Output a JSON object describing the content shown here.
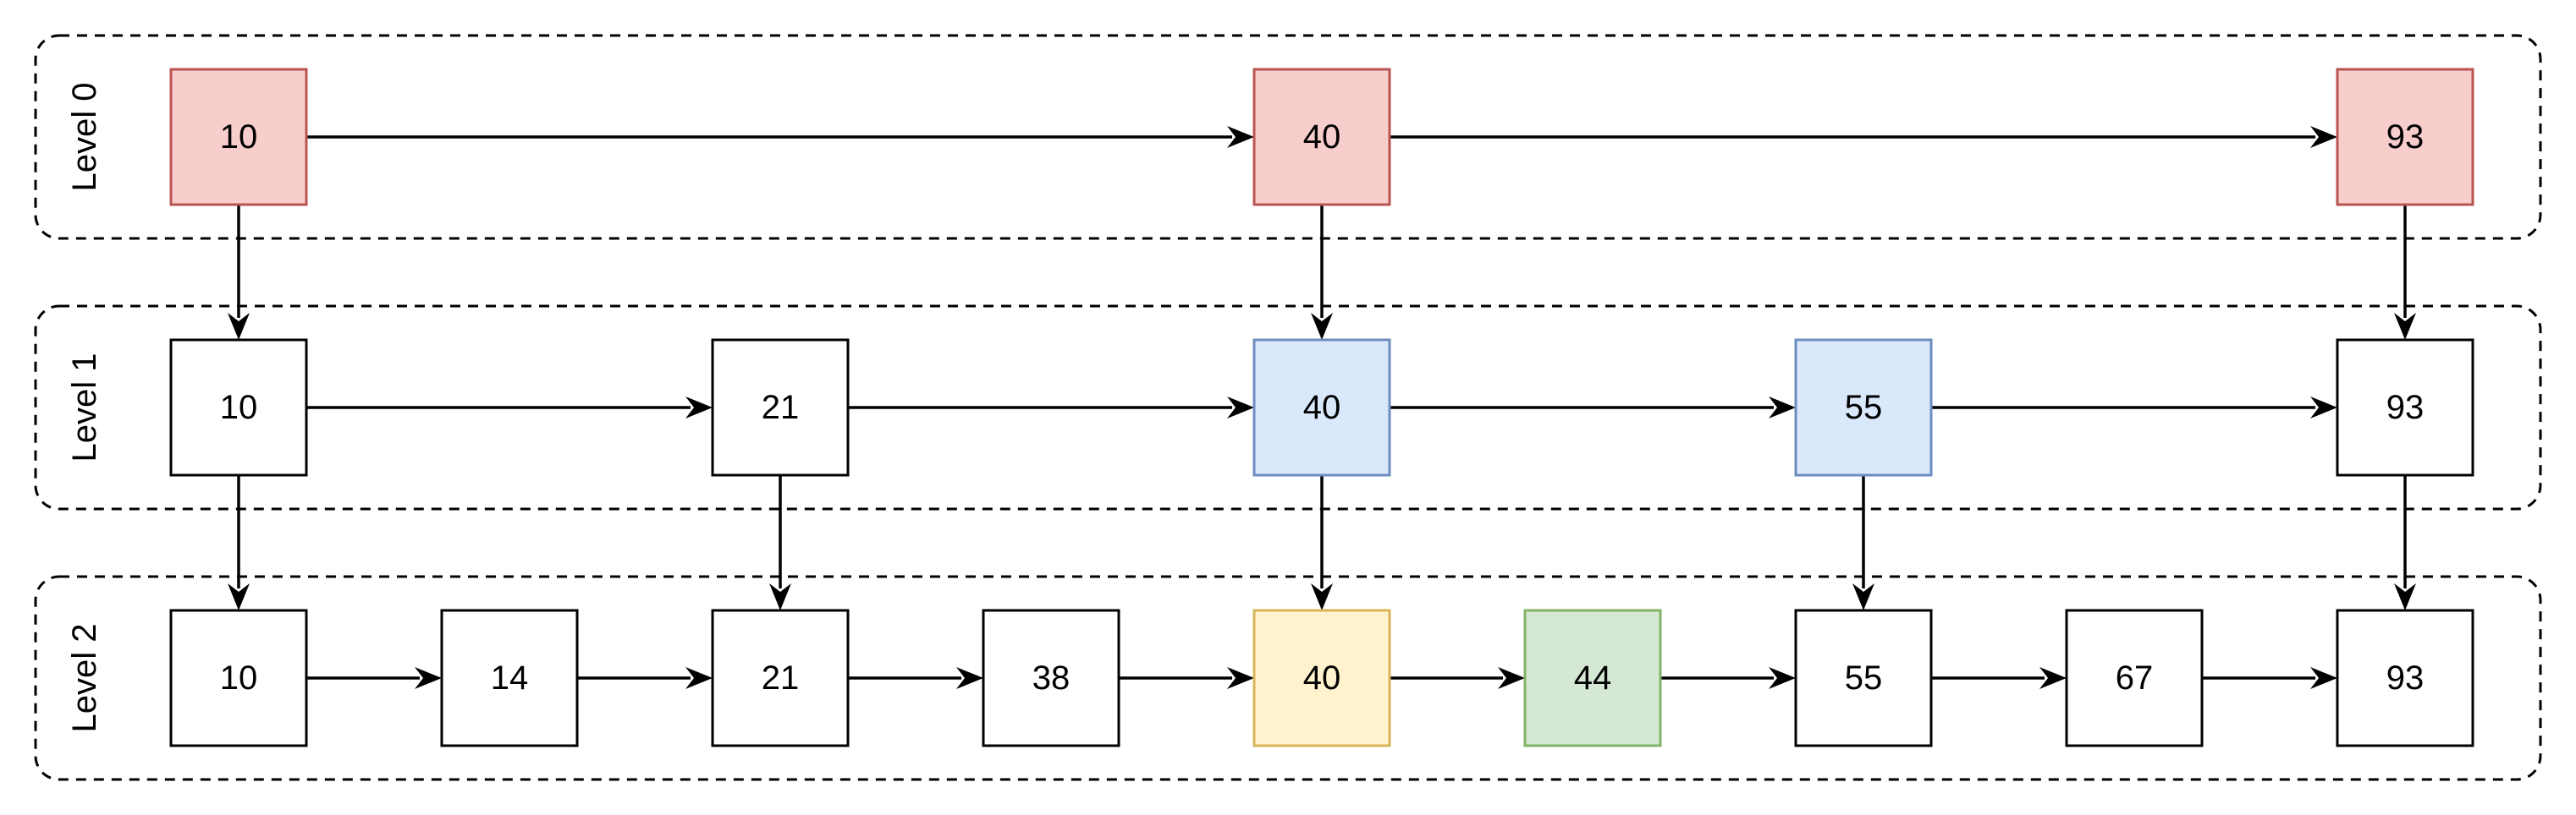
{
  "colors": {
    "default": {
      "fill": "#ffffff",
      "stroke": "#000000"
    },
    "red": {
      "fill": "#f8cecc",
      "stroke": "#b85450"
    },
    "blue": {
      "fill": "#dae8fc",
      "stroke": "#6c8ebf"
    },
    "yellow": {
      "fill": "#fff2cc",
      "stroke": "#d6b656"
    },
    "green": {
      "fill": "#d5e8d4",
      "stroke": "#82b366"
    }
  },
  "levels": [
    {
      "label": "Level 0",
      "nodes": [
        {
          "value": "10",
          "style": "red"
        },
        {
          "value": "40",
          "style": "red"
        },
        {
          "value": "93",
          "style": "red"
        }
      ]
    },
    {
      "label": "Level 1",
      "nodes": [
        {
          "value": "10",
          "style": "default"
        },
        {
          "value": "21",
          "style": "default"
        },
        {
          "value": "40",
          "style": "blue"
        },
        {
          "value": "55",
          "style": "blue"
        },
        {
          "value": "93",
          "style": "default"
        }
      ]
    },
    {
      "label": "Level 2",
      "nodes": [
        {
          "value": "10",
          "style": "default"
        },
        {
          "value": "14",
          "style": "default"
        },
        {
          "value": "21",
          "style": "default"
        },
        {
          "value": "38",
          "style": "default"
        },
        {
          "value": "40",
          "style": "yellow"
        },
        {
          "value": "44",
          "style": "green"
        },
        {
          "value": "55",
          "style": "default"
        },
        {
          "value": "67",
          "style": "default"
        },
        {
          "value": "93",
          "style": "default"
        }
      ]
    }
  ]
}
